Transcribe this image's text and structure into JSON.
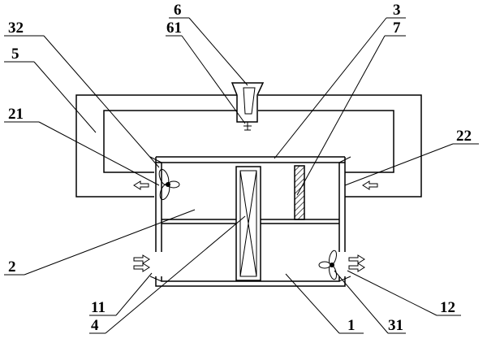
{
  "labels": {
    "l1": "1",
    "l2": "2",
    "l3": "3",
    "l4": "4",
    "l5": "5",
    "l6": "6",
    "l7": "7",
    "l11": "11",
    "l12": "12",
    "l21": "21",
    "l22": "22",
    "l31": "31",
    "l32": "32",
    "l61": "61"
  }
}
